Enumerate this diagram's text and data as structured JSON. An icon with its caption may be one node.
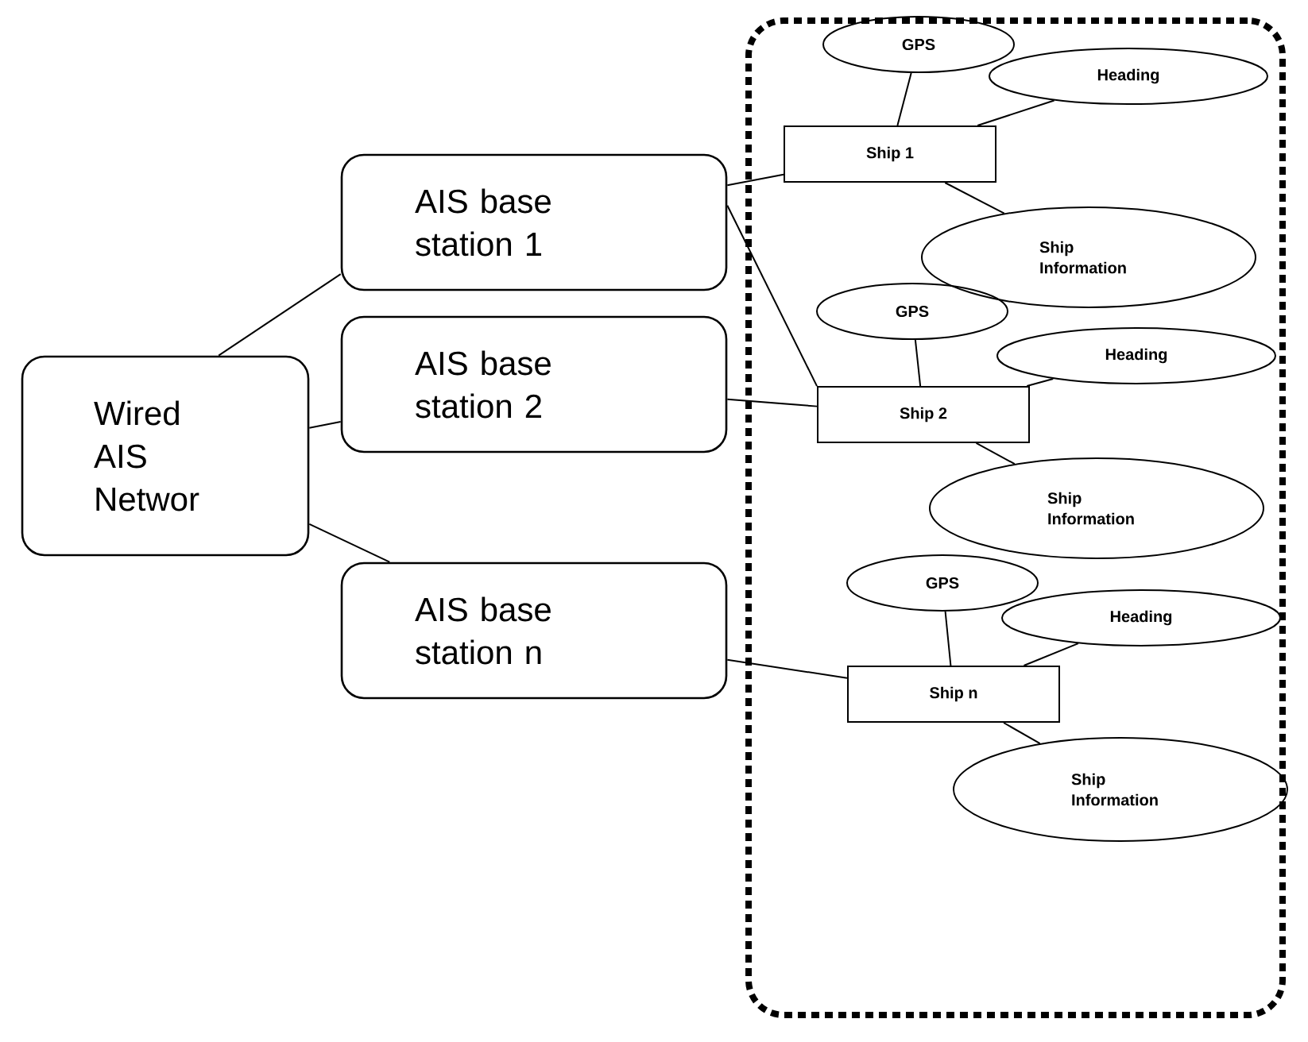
{
  "diagram": {
    "nodes": [
      {
        "text": [
          "Wired AIS Networ"
        ]
      },
      {
        "text": [
          "AIS base station 1"
        ]
      },
      {
        "text": [
          "AIS base station 2"
        ]
      },
      {
        "text": [
          "AIS base station n"
        ]
      },
      {
        "text": [],
        "shape": "box"
      },
      {
        "text": [
          "GPS"
        ],
        "in": 4
      },
      {
        "text": [
          "Heading"
        ],
        "in": 4
      },
      {
        "text": [
          "Ship 1"
        ],
        "in": 4
      },
      {
        "text": [
          "Ship Information"
        ],
        "in": 4
      },
      {
        "text": [
          "GPS"
        ],
        "in": 4
      },
      {
        "text": [
          "Heading"
        ],
        "in": 4
      },
      {
        "text": [
          "Ship 2"
        ],
        "in": 4
      },
      {
        "text": [
          "Ship Information"
        ],
        "in": 4
      },
      {
        "text": [
          "GPS"
        ],
        "in": 4
      },
      {
        "text": [
          "Heading"
        ],
        "in": 4
      },
      {
        "text": [
          "Ship n"
        ],
        "in": 4
      },
      {
        "text": [
          "Ship Information"
        ],
        "in": 4
      }
    ],
    "edges": [
      {
        "from": 0,
        "to": 1,
        "arrow": "none"
      },
      {
        "from": 0,
        "to": 2,
        "arrow": "none"
      },
      {
        "from": 0,
        "to": 3,
        "arrow": "none"
      },
      {
        "from": 1,
        "to": 7,
        "arrow": "none"
      },
      {
        "from": 1,
        "to": 11,
        "arrow": "none"
      },
      {
        "from": 2,
        "to": 11,
        "arrow": "none"
      },
      {
        "from": 3,
        "to": 15,
        "arrow": "none"
      },
      {
        "from": 7,
        "to": 5,
        "arrow": "none"
      },
      {
        "from": 7,
        "to": 6,
        "arrow": "none"
      },
      {
        "from": 7,
        "to": 8,
        "arrow": "none"
      },
      {
        "from": 11,
        "to": 9,
        "arrow": "none"
      },
      {
        "from": 11,
        "to": 10,
        "arrow": "none"
      },
      {
        "from": 11,
        "to": 12,
        "arrow": "none"
      },
      {
        "from": 15,
        "to": 13,
        "arrow": "none"
      },
      {
        "from": 15,
        "to": 14,
        "arrow": "none"
      },
      {
        "from": 15,
        "to": 16,
        "arrow": "none"
      }
    ]
  }
}
